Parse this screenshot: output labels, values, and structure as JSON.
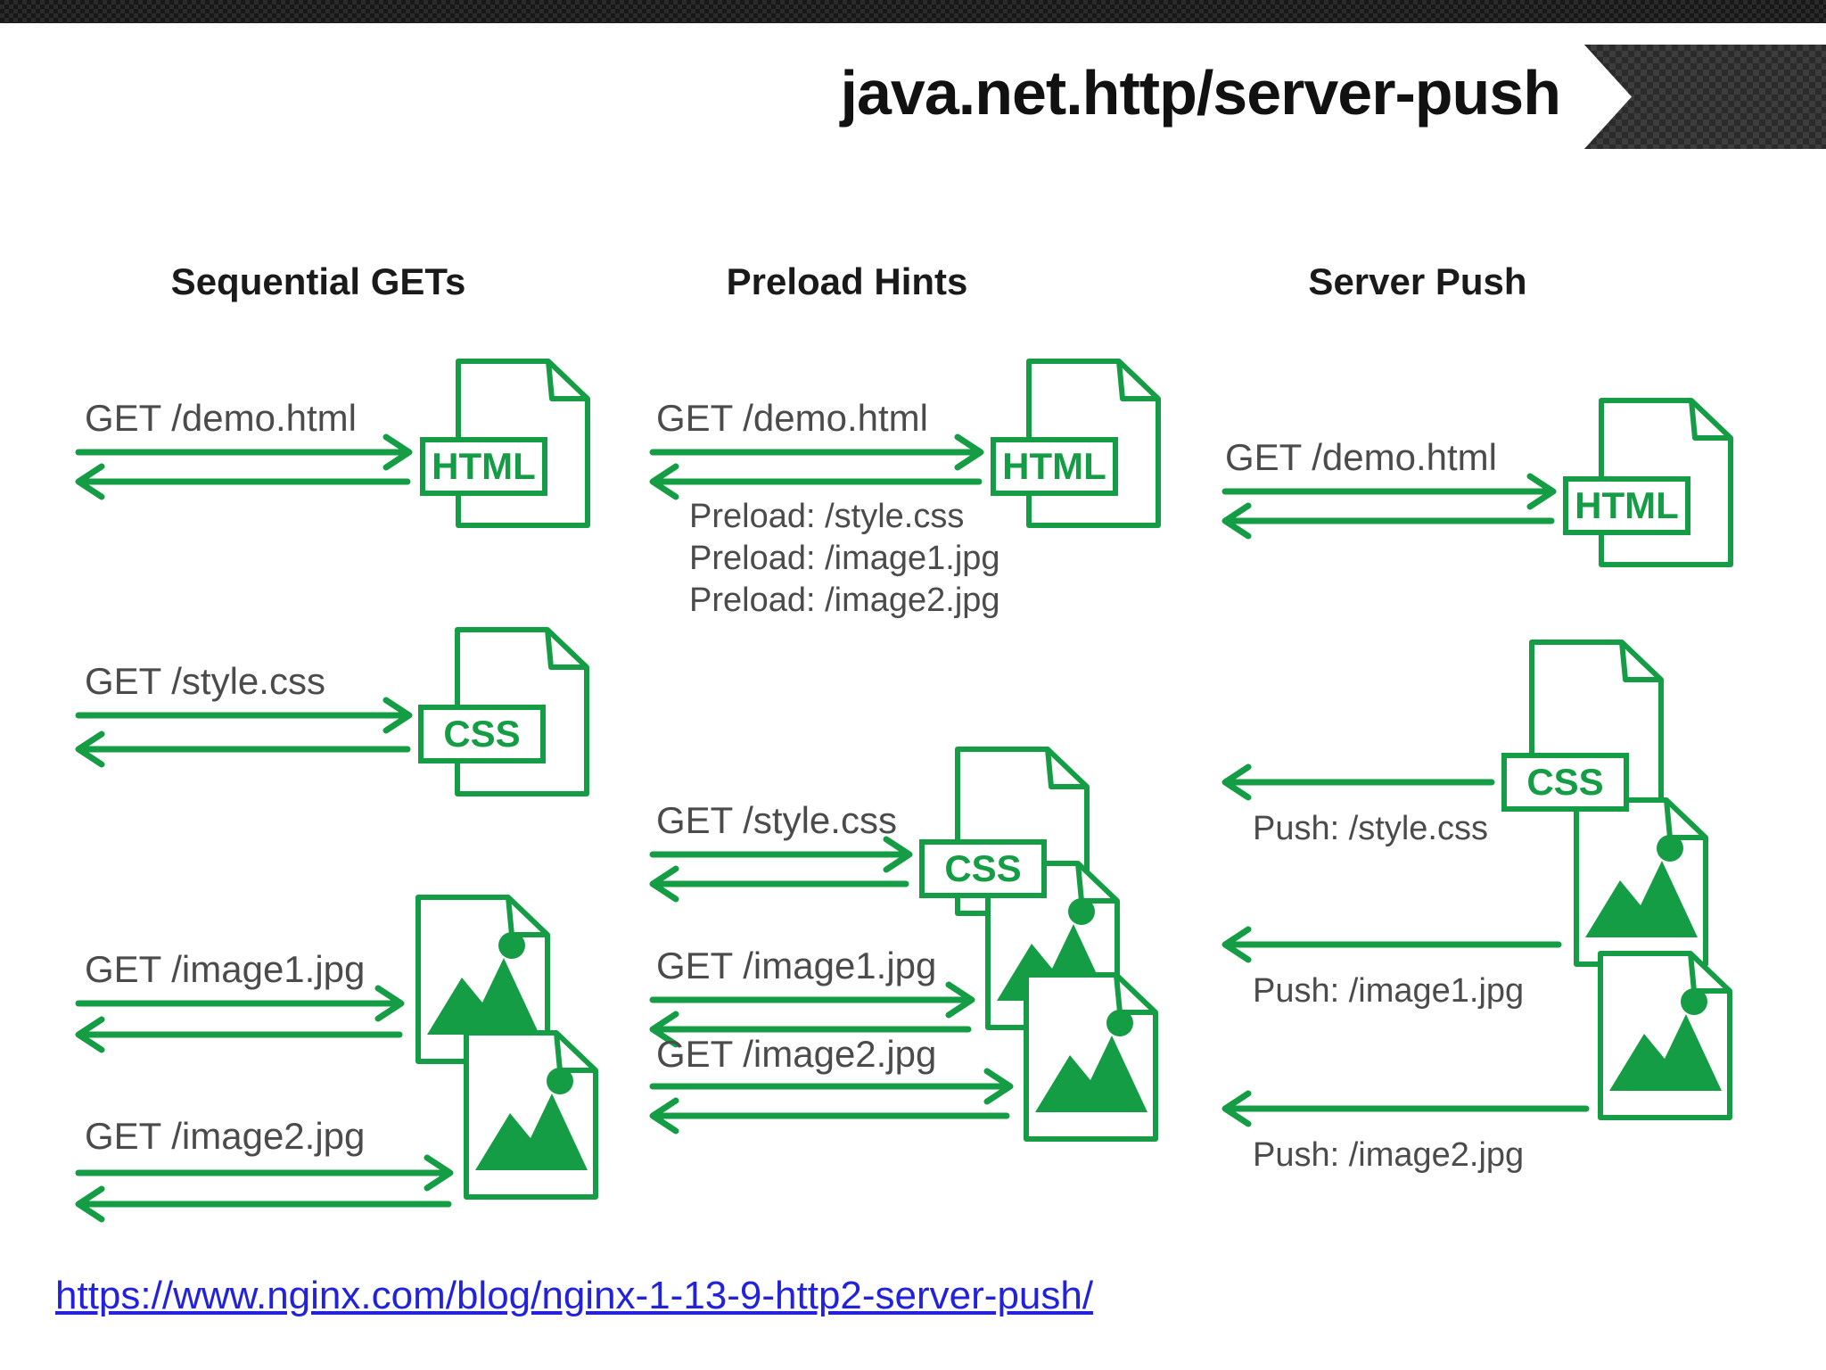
{
  "title": "java.net.http/server-push",
  "source_link": "https://www.nginx.com/blog/nginx-1-13-9-http2-server-push/",
  "doc_labels": {
    "html": "HTML",
    "css": "CSS"
  },
  "colors": {
    "diagram_green": "#149D45",
    "label_gray": "#4B4B4B",
    "heading_black": "#1A1A1A",
    "link_blue": "#2222DC",
    "banner_dark": "#333333",
    "topbar_dark": "#1C1C1C"
  },
  "columns": [
    {
      "header": "Sequential GETs",
      "requests": [
        {
          "label": "GET /demo.html"
        },
        {
          "label": "GET /style.css"
        },
        {
          "label": "GET /image1.jpg"
        },
        {
          "label": "GET /image2.jpg"
        }
      ]
    },
    {
      "header": "Preload Hints",
      "requests": [
        {
          "label": "GET /demo.html",
          "response_hints": [
            "Preload: /style.css",
            "Preload: /image1.jpg",
            "Preload: /image2.jpg"
          ]
        },
        {
          "label": "GET /style.css"
        },
        {
          "label": "GET /image1.jpg"
        },
        {
          "label": "GET /image2.jpg"
        }
      ]
    },
    {
      "header": "Server Push",
      "requests": [
        {
          "label": "GET /demo.html"
        }
      ],
      "pushes": [
        {
          "label": "Push: /style.css"
        },
        {
          "label": "Push: /image1.jpg"
        },
        {
          "label": "Push: /image2.jpg"
        }
      ]
    }
  ]
}
